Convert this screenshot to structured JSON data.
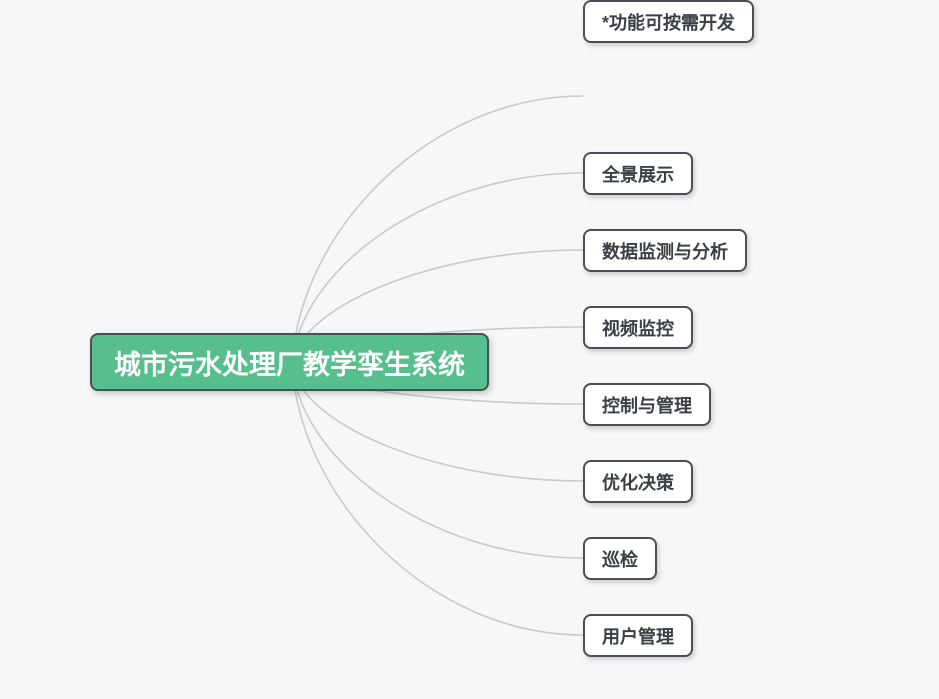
{
  "mindmap": {
    "root": {
      "label": "城市污水处理厂教学孪生系统",
      "fill_color": "#57be8d",
      "text_color": "#ffffff",
      "border_color": "#4a4e55"
    },
    "children": [
      {
        "label": "全景展示"
      },
      {
        "label": "数据监测与分析"
      },
      {
        "label": "视频监控"
      },
      {
        "label": "控制与管理"
      },
      {
        "label": "优化决策"
      },
      {
        "label": "巡检"
      },
      {
        "label": "用户管理"
      },
      {
        "label": "*功能可按需开发"
      }
    ],
    "connector_color": "#c9cacb",
    "child_fill_color": "#ffffff",
    "child_border_color": "#4a4e55",
    "child_text_color": "#3b4046",
    "background_color": "#f7f7f8"
  }
}
